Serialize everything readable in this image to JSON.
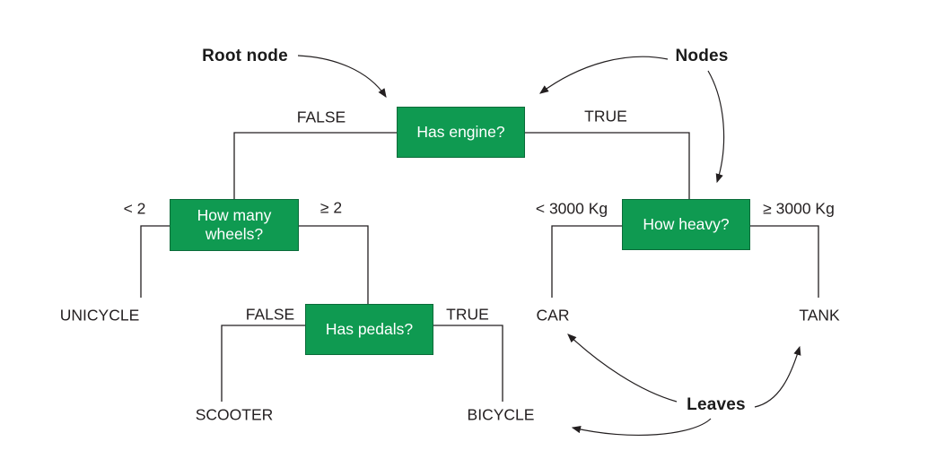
{
  "figure": {
    "type": "decision-tree",
    "background": "#ffffff",
    "colors": {
      "node_fill": "#0f9a51",
      "node_border": "#0a6b39",
      "node_text": "#ffffff",
      "line": "#231f20",
      "label_text": "#231f20"
    },
    "nodes": {
      "engine": {
        "label": "Has engine?"
      },
      "wheels": {
        "label": "How many wheels?"
      },
      "pedals": {
        "label": "Has pedals?"
      },
      "heavy": {
        "label": "How heavy?"
      }
    },
    "edge_labels": {
      "root_false": "FALSE",
      "root_true": "TRUE",
      "wheels_lt2": "< 2",
      "wheels_ge2": "≥ 2",
      "pedals_false": "FALSE",
      "pedals_true": "TRUE",
      "heavy_lt": "< 3000 Kg",
      "heavy_ge": "≥ 3000 Kg"
    },
    "leaves": {
      "unicycle": "UNICYCLE",
      "scooter": "SCOOTER",
      "bicycle": "BICYCLE",
      "car": "CAR",
      "tank": "TANK"
    },
    "annotations": {
      "root_node": "Root node",
      "nodes": "Nodes",
      "leaves": "Leaves"
    }
  }
}
